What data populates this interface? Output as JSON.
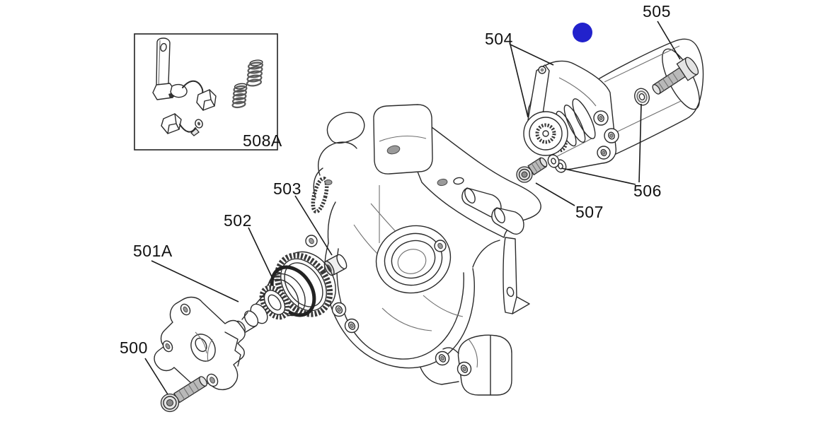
{
  "page": {
    "background": "#ffffff"
  },
  "diagram": {
    "type": "exploded-parts-diagram",
    "line_color": "#2b2b2b",
    "marker": {
      "name": "blue-dot",
      "color": "#2222cc"
    },
    "inset_label": "508A",
    "callouts": {
      "c500": "500",
      "c501a": "501A",
      "c502": "502",
      "c503": "503",
      "c504": "504",
      "c505": "505",
      "c506": "506",
      "c507": "507"
    }
  }
}
